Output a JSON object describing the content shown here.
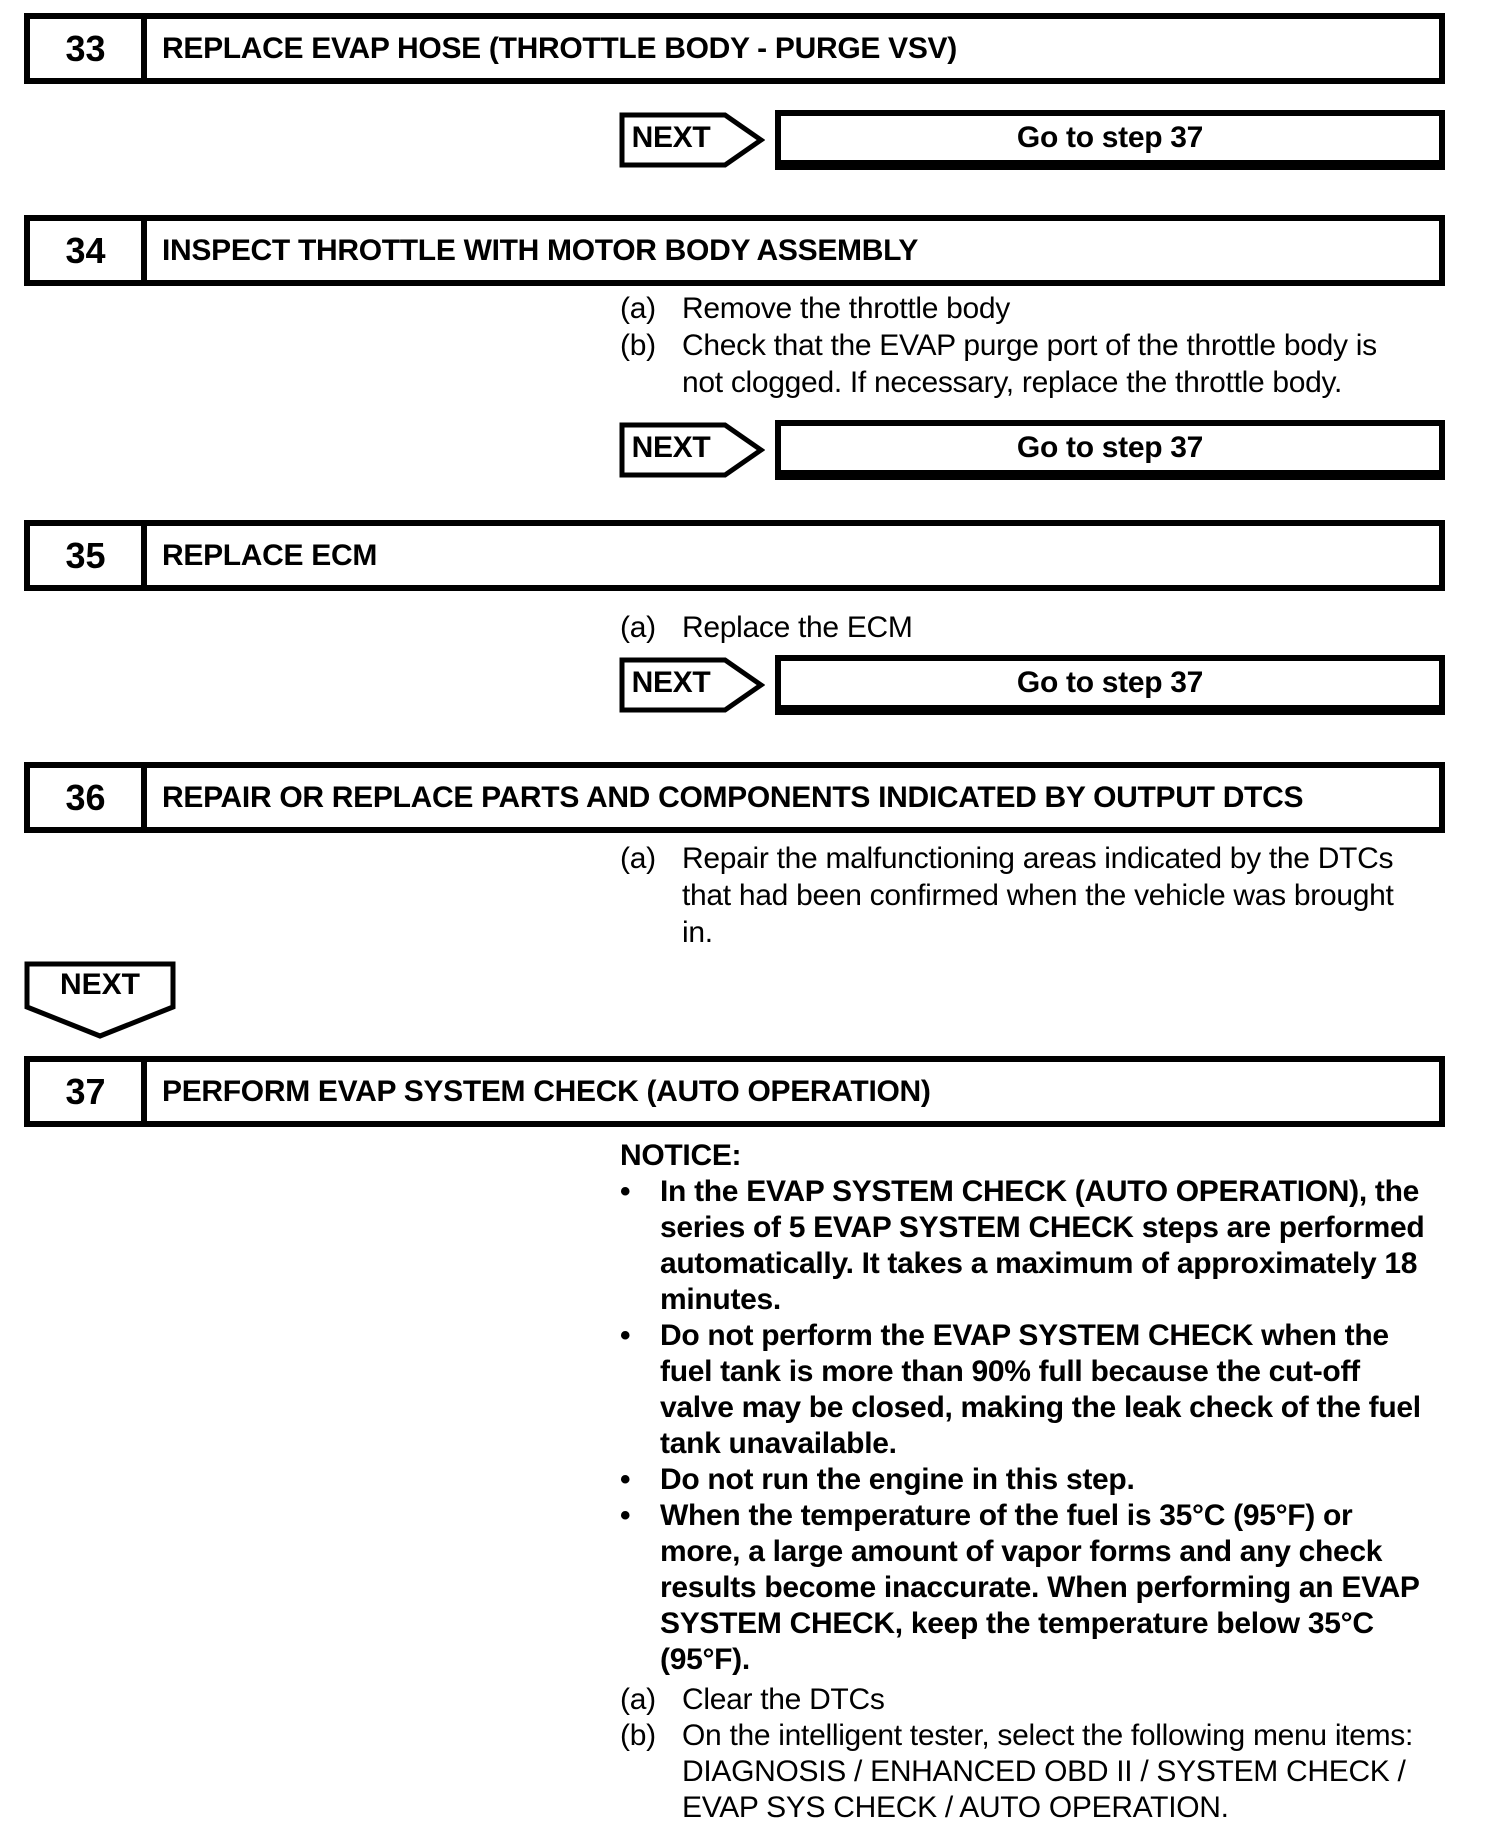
{
  "page": {
    "background": "#ffffff",
    "ink": "#000000"
  },
  "flow": {
    "next_label": "NEXT",
    "goto_label": "Go to step 37",
    "bullet_char": "•"
  },
  "steps": [
    {
      "number": "33",
      "title": "REPLACE EVAP HOSE (THROTTLE BODY - PURGE VSV)"
    },
    {
      "number": "34",
      "title": "INSPECT THROTTLE WITH MOTOR BODY ASSEMBLY",
      "substeps": [
        {
          "label": "(a)",
          "text": "Remove the throttle body"
        },
        {
          "label": "(b)",
          "text": [
            "Check that the EVAP purge port of the throttle body is",
            "not clogged. If necessary, replace the throttle body."
          ]
        }
      ]
    },
    {
      "number": "35",
      "title": "REPLACE ECM",
      "substeps": [
        {
          "label": "(a)",
          "text": "Replace the ECM"
        }
      ]
    },
    {
      "number": "36",
      "title": "REPAIR OR REPLACE PARTS AND COMPONENTS INDICATED BY OUTPUT DTCS",
      "substeps": [
        {
          "label": "(a)",
          "text": [
            "Repair the malfunctioning areas indicated by the DTCs",
            "that had been confirmed when the vehicle was brought",
            "in."
          ]
        }
      ]
    },
    {
      "number": "37",
      "title": "PERFORM EVAP SYSTEM CHECK (AUTO OPERATION)",
      "notice": {
        "heading": "NOTICE:",
        "bullets": [
          [
            "In the EVAP SYSTEM CHECK (AUTO OPERATION), the",
            "series of 5 EVAP SYSTEM CHECK steps are performed",
            "automatically. It takes a maximum of approximately 18",
            "minutes."
          ],
          [
            "Do not perform the EVAP SYSTEM CHECK when the",
            "fuel tank is more than 90% full because the cut-off",
            "valve may be closed, making the leak check of the fuel",
            "tank unavailable."
          ],
          [
            "Do not run the engine in this step."
          ],
          [
            "When the temperature of the fuel is 35°C (95°F) or",
            "more, a large amount of vapor forms and any check",
            "results become inaccurate. When performing an EVAP",
            "SYSTEM CHECK, keep the temperature below 35°C",
            "(95°F)."
          ]
        ]
      },
      "substeps": [
        {
          "label": "(a)",
          "text": "Clear the DTCs"
        },
        {
          "label": "(b)",
          "text": [
            "On the intelligent tester, select the following menu items:",
            "DIAGNOSIS / ENHANCED OBD II / SYSTEM CHECK /",
            "EVAP SYS CHECK / AUTO OPERATION."
          ]
        }
      ]
    }
  ]
}
